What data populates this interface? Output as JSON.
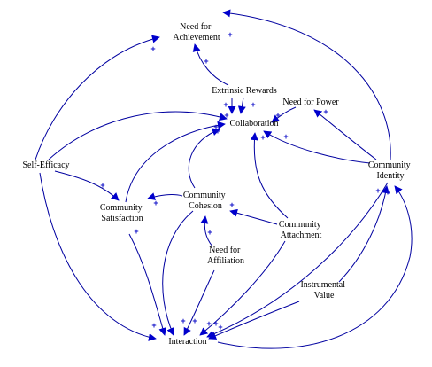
{
  "nodes": {
    "need_for_achievement": [
      "Need for",
      "Achievement"
    ],
    "extrinsic_rewards": [
      "Extrinsic Rewards"
    ],
    "need_for_power": [
      "Need for Power"
    ],
    "collaboration": [
      "Collaboration"
    ],
    "self_efficacy": [
      "Self-Efficacy"
    ],
    "community_identity": [
      "Community",
      "Identity"
    ],
    "community_cohesion": [
      "Community",
      "Cohesion"
    ],
    "community_satisfaction": [
      "Community",
      "Satisfaction"
    ],
    "community_attachment": [
      "Community",
      "Attachment"
    ],
    "need_for_affiliation": [
      "Need for",
      "Affiliation"
    ],
    "instrumental_value": [
      "Instrumental",
      "Value"
    ],
    "interaction": [
      "Interaction"
    ]
  },
  "link_polarity": "+",
  "colors": {
    "edge": "#0000a0",
    "arrow": "#0000cc",
    "polarity": "#1010c8",
    "text": "#000000"
  }
}
